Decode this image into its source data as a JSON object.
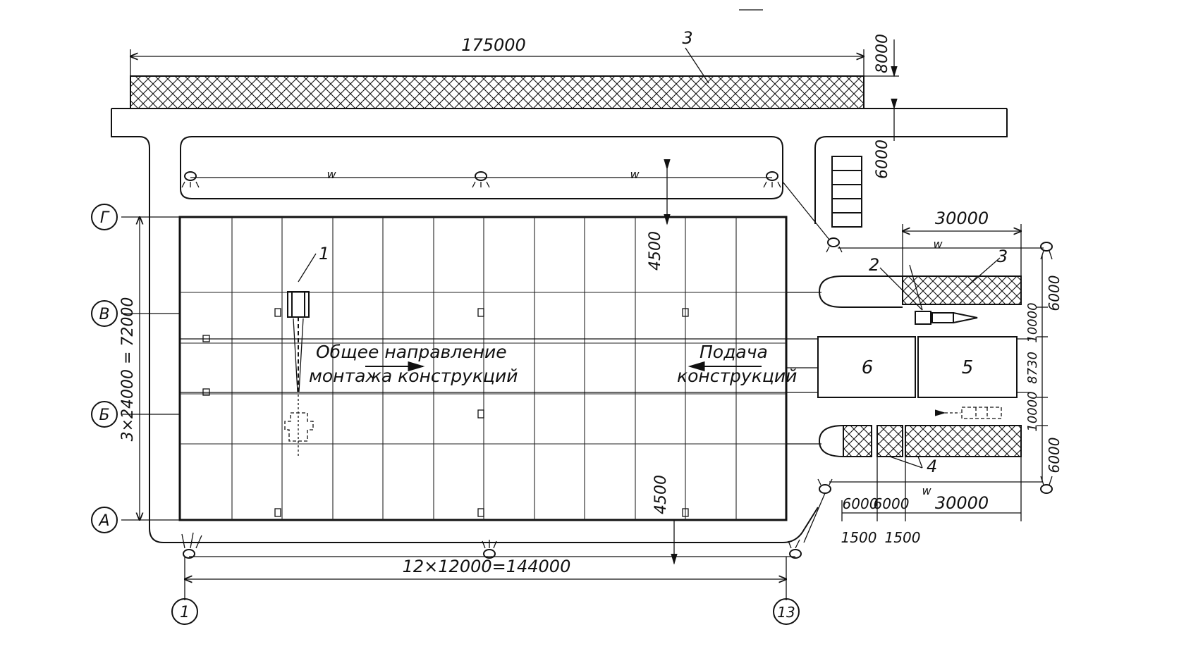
{
  "dimensions": {
    "top_length": "175000",
    "storage_depth": "8000",
    "road_width": "6000",
    "side_storage_length": "30000",
    "top_offset": "4500",
    "bottom_offset": "4500",
    "span_total": "3×24000 = 72000",
    "bay_total": "12×12000=144000",
    "d_top_right": "6000",
    "d_10000_a": "10000",
    "d_8730": "8730",
    "d_10000_b": "10000",
    "d_bottom_right": "6000",
    "bottom_seg_1": "6000",
    "bottom_seg_2": "6000",
    "bottom_seg_3": "30000",
    "gap_1": "1500",
    "gap_2": "1500"
  },
  "axes": {
    "rows": [
      "Г",
      "В",
      "Б",
      "А"
    ],
    "columns": [
      "1",
      "13"
    ]
  },
  "callouts": {
    "c1": "1",
    "c2": "2",
    "c3_top": "3",
    "c3_right": "3",
    "c4": "4",
    "block6": "6",
    "block5": "5"
  },
  "notes": {
    "direction_line1": "Общее направление",
    "direction_line2": "монтажа конструкций",
    "supply_line1": "Подача",
    "supply_line2": "конструкций",
    "w_mark": "w"
  }
}
